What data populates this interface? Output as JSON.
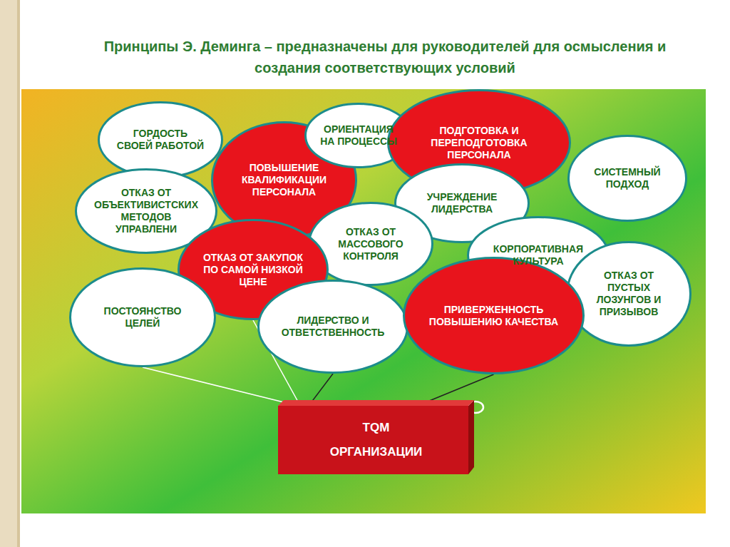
{
  "diagram": {
    "title": "Принципы Э. Деминга – предназначены для руководителей для осмысления и создания соответствующих условий",
    "nodes": [
      {
        "text": [
          "ГОРДОСТЬ СВОЕЙ РАБОТОЙ"
        ]
      },
      {
        "text": [
          "ПОВЫШЕНИЕ КВАЛИФИКАЦИИ ПЕРСОНАЛА"
        ]
      },
      {
        "text": [
          "ОРИЕНТАЦИЯ НА ПРОЦЕССЫ"
        ]
      },
      {
        "text": [
          "ПОДГОТОВКА И ПЕРЕПОДГОТОВКА ПЕРСОНАЛА"
        ]
      },
      {
        "text": [
          "СИСТЕМНЫЙ ПОДХОД"
        ]
      },
      {
        "text": [
          "ОТКАЗ ОТ ОБЪЕКТИВИСТСКИХ МЕТОДОВ УПРАВЛЕНИ"
        ]
      },
      {
        "text": [
          "УЧРЕЖДЕНИЕ ЛИДЕРСТВА"
        ]
      },
      {
        "text": [
          "ОТКАЗ ОТ МАССОВОГО КОНТРОЛЯ"
        ]
      },
      {
        "text": [
          "КОРПОРАТИВНАЯ КУЛЬТУРА"
        ]
      },
      {
        "text": [
          "ОТКАЗ ОТ ЗАКУПОК ПО САМОЙ НИЗКОЙ ЦЕНЕ"
        ]
      },
      {
        "text": [
          "ОТКАЗ ОТ ПУСТЫХ ЛОЗУНГОВ И ПРИЗЫВОВ"
        ]
      },
      {
        "text": [
          "ПОСТОЯНСТВО ЦЕЛЕЙ"
        ]
      },
      {
        "text": [
          "ЛИДЕРСТВО И ОТВЕТСТВЕННОСТЬ"
        ]
      },
      {
        "text": [
          "ПРИВЕРЖЕННОСТЬ ПОВЫШЕНИЮ КАЧЕСТВА"
        ]
      },
      {
        "text": [
          "TQM",
          "ОРГАНИЗАЦИИ"
        ]
      }
    ],
    "edges": [
      {
        "from": 11,
        "to": 14,
        "arrow": "none"
      },
      {
        "from": 9,
        "to": 14,
        "arrow": "none"
      },
      {
        "from": 12,
        "to": 14,
        "arrow": "none"
      },
      {
        "from": 13,
        "to": 14,
        "arrow": "none"
      }
    ]
  }
}
